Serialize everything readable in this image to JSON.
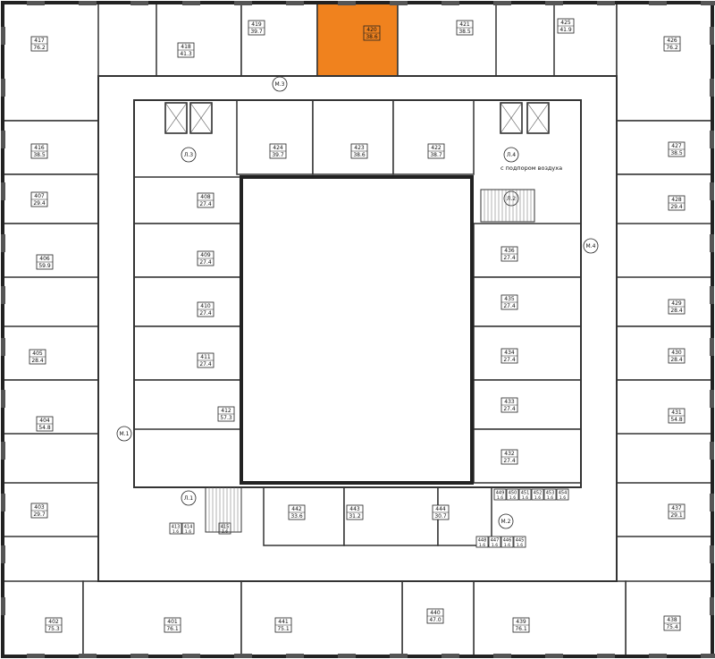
{
  "plan": {
    "selected_unit": "420",
    "selected_color": "#F0821E",
    "units": [
      {
        "number": "417",
        "area": "76.2"
      },
      {
        "number": "418",
        "area": "41.3"
      },
      {
        "number": "419",
        "area": "39.7"
      },
      {
        "number": "420",
        "area": "38.6"
      },
      {
        "number": "421",
        "area": "38.5"
      },
      {
        "number": "425",
        "area": "41.9"
      },
      {
        "number": "426",
        "area": "76.2"
      },
      {
        "number": "424",
        "area": "39.7"
      },
      {
        "number": "423",
        "area": "38.6"
      },
      {
        "number": "422",
        "area": "38.7"
      },
      {
        "number": "416",
        "area": "38.5"
      },
      {
        "number": "407",
        "area": "29.4"
      },
      {
        "number": "406",
        "area": "59.9"
      },
      {
        "number": "405",
        "area": "28.4"
      },
      {
        "number": "404",
        "area": "54.8"
      },
      {
        "number": "403",
        "area": "29.7"
      },
      {
        "number": "402",
        "area": "75.3"
      },
      {
        "number": "401",
        "area": "76.1"
      },
      {
        "number": "408",
        "area": "27.4"
      },
      {
        "number": "409",
        "area": "27.4"
      },
      {
        "number": "410",
        "area": "27.4"
      },
      {
        "number": "411",
        "area": "27.4"
      },
      {
        "number": "412",
        "area": "57.3"
      },
      {
        "number": "436",
        "area": "27.4"
      },
      {
        "number": "435",
        "area": "27.4"
      },
      {
        "number": "434",
        "area": "27.4"
      },
      {
        "number": "433",
        "area": "27.4"
      },
      {
        "number": "432",
        "area": "27.4"
      },
      {
        "number": "427",
        "area": "38.5"
      },
      {
        "number": "428",
        "area": "29.4"
      },
      {
        "number": "429",
        "area": "28.4"
      },
      {
        "number": "430",
        "area": "28.4"
      },
      {
        "number": "431",
        "area": "54.8"
      },
      {
        "number": "437",
        "area": "29.1"
      },
      {
        "number": "438",
        "area": "75.4"
      },
      {
        "number": "439",
        "area": "76.1"
      },
      {
        "number": "440",
        "area": "47.0"
      },
      {
        "number": "441",
        "area": "75.1"
      },
      {
        "number": "442",
        "area": "33.6"
      },
      {
        "number": "443",
        "area": "31.2"
      },
      {
        "number": "444",
        "area": "30.7"
      }
    ],
    "storage_units": [
      {
        "number": "449",
        "area": "1.6"
      },
      {
        "number": "450",
        "area": "1.6"
      },
      {
        "number": "451",
        "area": "1.6"
      },
      {
        "number": "452",
        "area": "1.6"
      },
      {
        "number": "453",
        "area": "1.6"
      },
      {
        "number": "454",
        "area": "1.6"
      },
      {
        "number": "448",
        "area": "1.6"
      },
      {
        "number": "447",
        "area": "1.6"
      },
      {
        "number": "446",
        "area": "1.6"
      },
      {
        "number": "445",
        "area": "1.6"
      },
      {
        "number": "413",
        "area": "1.6"
      },
      {
        "number": "414",
        "area": "1.6"
      },
      {
        "number": "415",
        "area": "1.6"
      }
    ],
    "tags": [
      {
        "label": "М.1"
      },
      {
        "label": "М.3"
      },
      {
        "label": "М.4"
      },
      {
        "label": "М.2"
      },
      {
        "label": "Л.1"
      },
      {
        "label": "Л.2"
      },
      {
        "label": "Л.3"
      },
      {
        "label": "Л.4"
      }
    ],
    "note": "с подпором воздуха"
  }
}
